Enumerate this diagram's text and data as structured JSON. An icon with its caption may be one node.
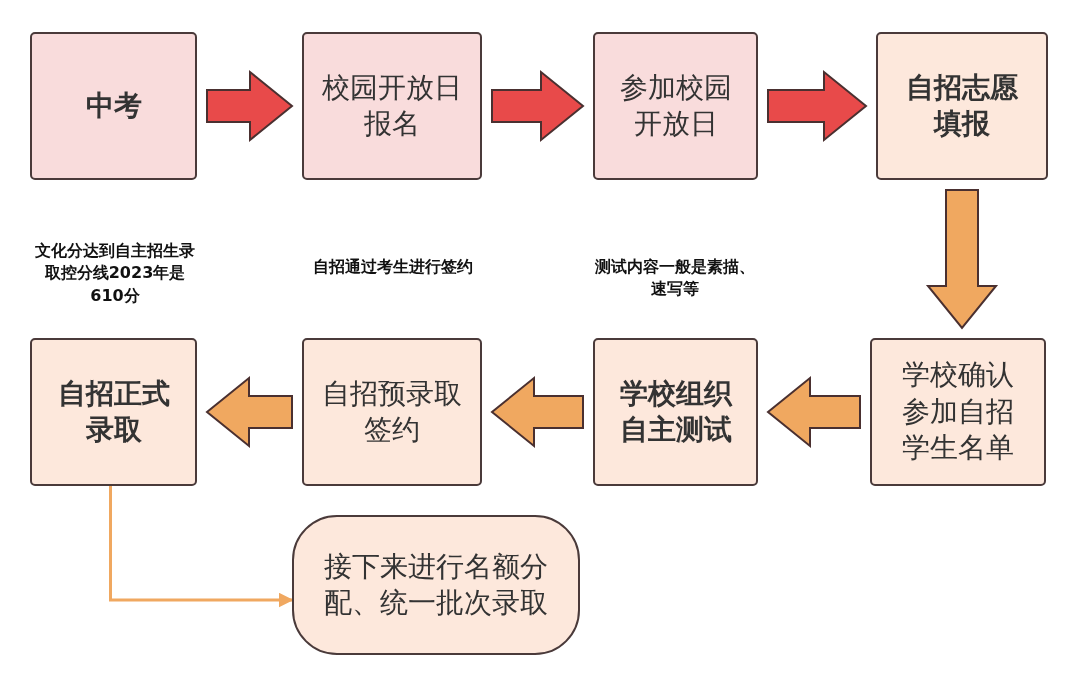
{
  "diagram": {
    "nodes": [
      {
        "text": [
          "中考"
        ]
      },
      {
        "text": [
          "校园开放日报名"
        ]
      },
      {
        "text": [
          "参加校园开放日"
        ]
      },
      {
        "text": [
          "自招志愿填报"
        ]
      },
      {
        "text": [
          "学校确认参加自招学生名单"
        ]
      },
      {
        "text": [
          "学校组织自主测试"
        ],
        "beside": [
          "测试内容一般是素描、速写等"
        ]
      },
      {
        "text": [
          "自招预录取签约"
        ],
        "beside": [
          "自招通过考生进行签约"
        ]
      },
      {
        "text": [
          "自招正式录取"
        ],
        "beside": [
          "文化分达到自主招生录取控分线2023年是610分"
        ]
      },
      {
        "text": [
          "接下来进行名额分配、统一批次录取"
        ]
      }
    ],
    "edges": [
      {
        "from": 0,
        "to": 1,
        "arrow": "to",
        "style": "thick",
        "color": "#e84a4a"
      },
      {
        "from": 1,
        "to": 2,
        "arrow": "to",
        "style": "thick",
        "color": "#e84a4a"
      },
      {
        "from": 2,
        "to": 3,
        "arrow": "to",
        "style": "thick",
        "color": "#e84a4a"
      },
      {
        "from": 3,
        "to": 4,
        "arrow": "to",
        "style": "thick"
      },
      {
        "from": 4,
        "to": 5,
        "arrow": "to",
        "style": "thick"
      },
      {
        "from": 5,
        "to": 6,
        "arrow": "to",
        "style": "thick"
      },
      {
        "from": 6,
        "to": 7,
        "arrow": "to",
        "style": "thick"
      },
      {
        "from": 7,
        "to": 8,
        "arrow": "to"
      }
    ]
  }
}
